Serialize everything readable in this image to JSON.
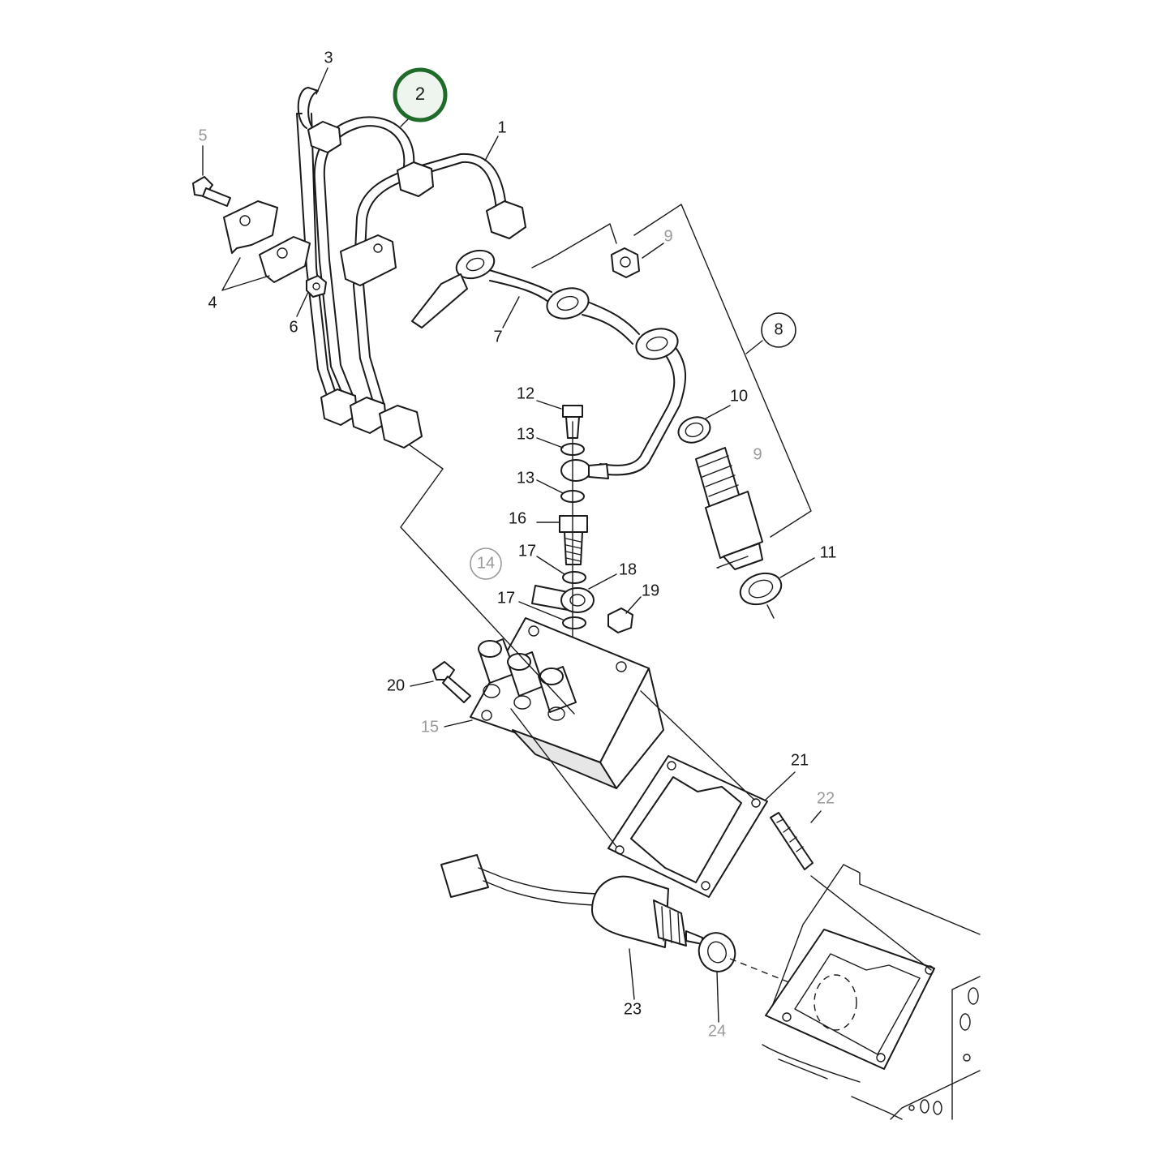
{
  "callouts": {
    "c1": "1",
    "c2": "2",
    "c3": "3",
    "c4": "4",
    "c5": "5",
    "c6": "6",
    "c7": "7",
    "c8": "8",
    "c9a": "9",
    "c9b": "9",
    "c10": "10",
    "c11": "11",
    "c12": "12",
    "c13a": "13",
    "c13b": "13",
    "c14": "14",
    "c15": "15",
    "c16": "16",
    "c17a": "17",
    "c17b": "17",
    "c18": "18",
    "c19": "19",
    "c20": "20",
    "c21": "21",
    "c22": "22",
    "c23": "23",
    "c24": "24"
  },
  "highlight": {
    "part": "2",
    "color": "#1e6b2a"
  },
  "colors": {
    "line": "#1a1a1a",
    "muted_label": "#9a9a9a",
    "highlight_ring": "#1e6b2a",
    "highlight_fill": "#eef5ee"
  }
}
